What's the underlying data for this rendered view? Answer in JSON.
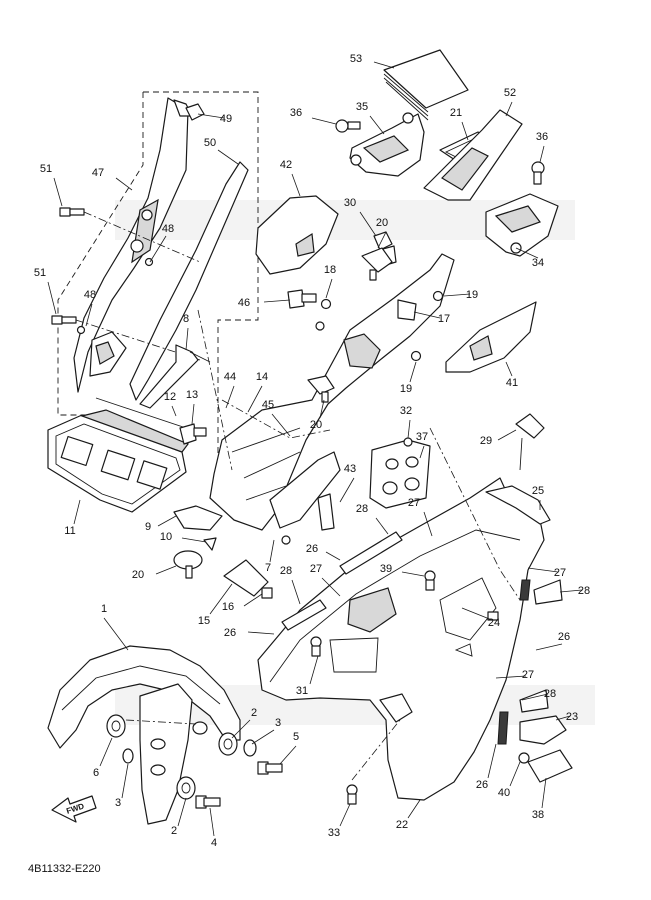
{
  "diagram": {
    "code": "4B11332-E220",
    "fwd_label": "FWD",
    "watermark_text": "",
    "callouts": [
      {
        "id": "c1",
        "label": "1"
      },
      {
        "id": "c2a",
        "label": "2"
      },
      {
        "id": "c2b",
        "label": "2"
      },
      {
        "id": "c3a",
        "label": "3"
      },
      {
        "id": "c3b",
        "label": "3"
      },
      {
        "id": "c4",
        "label": "4"
      },
      {
        "id": "c5",
        "label": "5"
      },
      {
        "id": "c6",
        "label": "6"
      },
      {
        "id": "c7",
        "label": "7"
      },
      {
        "id": "c8",
        "label": "8"
      },
      {
        "id": "c9",
        "label": "9"
      },
      {
        "id": "c10",
        "label": "10"
      },
      {
        "id": "c11",
        "label": "11"
      },
      {
        "id": "c12",
        "label": "12"
      },
      {
        "id": "c13",
        "label": "13"
      },
      {
        "id": "c14",
        "label": "14"
      },
      {
        "id": "c15",
        "label": "15"
      },
      {
        "id": "c16",
        "label": "16"
      },
      {
        "id": "c17",
        "label": "17"
      },
      {
        "id": "c18",
        "label": "18"
      },
      {
        "id": "c19a",
        "label": "19"
      },
      {
        "id": "c19b",
        "label": "19"
      },
      {
        "id": "c20a",
        "label": "20"
      },
      {
        "id": "c20b",
        "label": "20"
      },
      {
        "id": "c20c",
        "label": "20"
      },
      {
        "id": "c21",
        "label": "21"
      },
      {
        "id": "c22",
        "label": "22"
      },
      {
        "id": "c23",
        "label": "23"
      },
      {
        "id": "c24",
        "label": "24"
      },
      {
        "id": "c25",
        "label": "25"
      },
      {
        "id": "c26a",
        "label": "26"
      },
      {
        "id": "c26b",
        "label": "26"
      },
      {
        "id": "c26c",
        "label": "26"
      },
      {
        "id": "c26d",
        "label": "26"
      },
      {
        "id": "c27a",
        "label": "27"
      },
      {
        "id": "c27b",
        "label": "27"
      },
      {
        "id": "c27c",
        "label": "27"
      },
      {
        "id": "c27d",
        "label": "27"
      },
      {
        "id": "c28a",
        "label": "28"
      },
      {
        "id": "c28b",
        "label": "28"
      },
      {
        "id": "c28c",
        "label": "28"
      },
      {
        "id": "c28d",
        "label": "28"
      },
      {
        "id": "c29",
        "label": "29"
      },
      {
        "id": "c30",
        "label": "30"
      },
      {
        "id": "c31",
        "label": "31"
      },
      {
        "id": "c32",
        "label": "32"
      },
      {
        "id": "c33",
        "label": "33"
      },
      {
        "id": "c34",
        "label": "34"
      },
      {
        "id": "c35",
        "label": "35"
      },
      {
        "id": "c36a",
        "label": "36"
      },
      {
        "id": "c36b",
        "label": "36"
      },
      {
        "id": "c37",
        "label": "37"
      },
      {
        "id": "c38",
        "label": "38"
      },
      {
        "id": "c39",
        "label": "39"
      },
      {
        "id": "c40",
        "label": "40"
      },
      {
        "id": "c41",
        "label": "41"
      },
      {
        "id": "c42",
        "label": "42"
      },
      {
        "id": "c43",
        "label": "43"
      },
      {
        "id": "c44",
        "label": "44"
      },
      {
        "id": "c45",
        "label": "45"
      },
      {
        "id": "c46",
        "label": "46"
      },
      {
        "id": "c47",
        "label": "47"
      },
      {
        "id": "c48a",
        "label": "48"
      },
      {
        "id": "c48b",
        "label": "48"
      },
      {
        "id": "c49",
        "label": "49"
      },
      {
        "id": "c50",
        "label": "50"
      },
      {
        "id": "c51a",
        "label": "51"
      },
      {
        "id": "c51b",
        "label": "51"
      },
      {
        "id": "c52",
        "label": "52"
      },
      {
        "id": "c53",
        "label": "53"
      }
    ]
  }
}
